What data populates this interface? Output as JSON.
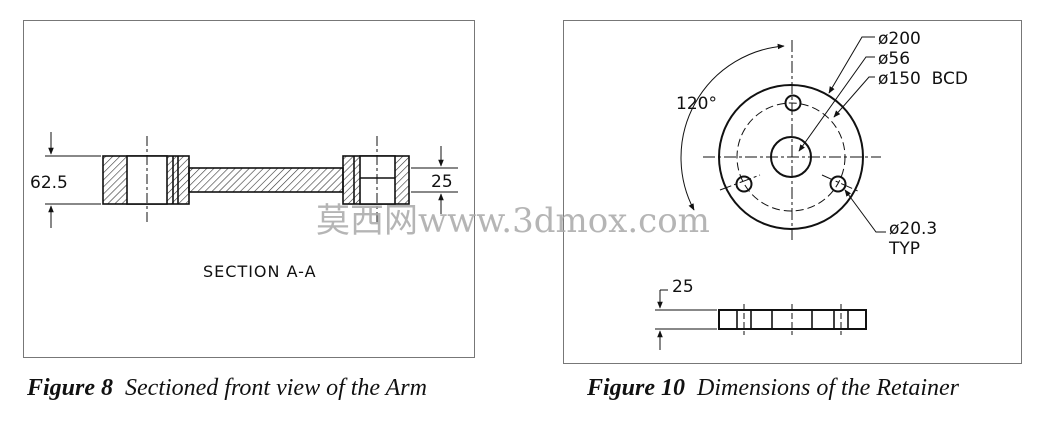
{
  "figure_left": {
    "section_label": "SECTION A-A",
    "dim_height": "62.5",
    "dim_right": "25",
    "caption_number": "Figure 8",
    "caption_text": "Sectioned front view of the Arm"
  },
  "figure_right": {
    "angle_label": "120°",
    "dim_outer": "ø200",
    "dim_hub": "ø56",
    "dim_bcd": "ø150  BCD",
    "dim_hole": "ø20.3",
    "dim_hole_note": "TYP",
    "dim_thickness": "25",
    "caption_number": "Figure 10",
    "caption_text": "Dimensions of the Retainer"
  },
  "watermark": "莫西网www.3dmox.com",
  "colors": {
    "line": "#111111",
    "frame": "#777777",
    "hatch": "#333333",
    "watermark": "#a9a9a9"
  }
}
